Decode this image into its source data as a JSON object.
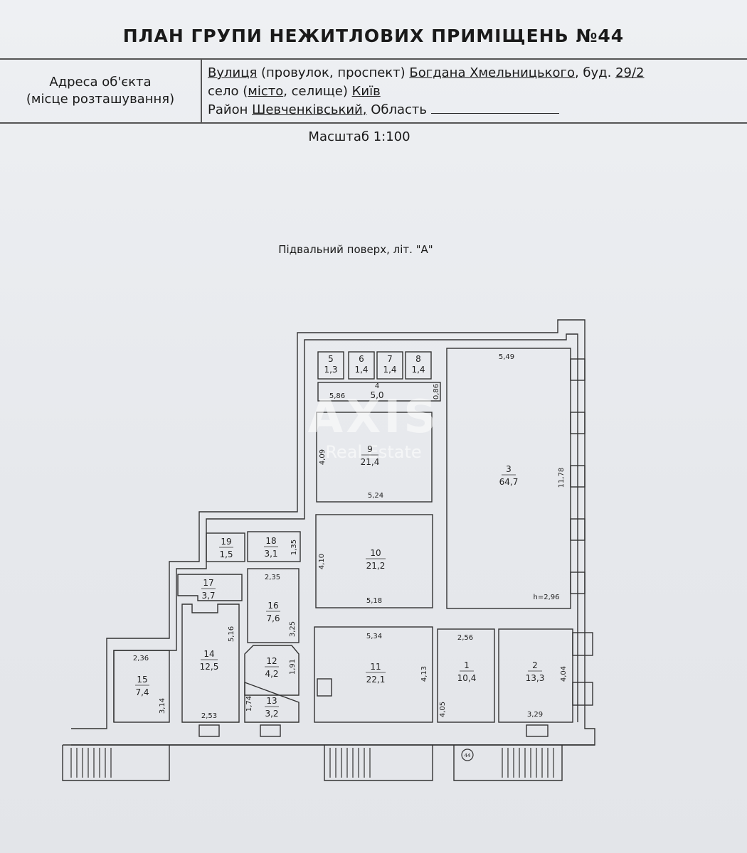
{
  "header": {
    "title": "ПЛАН ГРУПИ НЕЖИТЛОВИХ ПРИМІЩЕНЬ №44",
    "address_label_1": "Адреса об'єкта",
    "address_label_2": "(місце розташування)",
    "line1": {
      "street_word": "Вулиця",
      "street_rest": " (провулок, проспект) ",
      "street_name": "Богдана Хмельницького",
      "bud_label": ",  буд. ",
      "bud_value": "29/2"
    },
    "line2": {
      "prefix": "село (",
      "city_word": "місто",
      "suffix": ", селище) ",
      "city_name": "Київ"
    },
    "line3": {
      "district_label": "Район ",
      "district_name": "Шевченківський,",
      "region_label": " Область "
    }
  },
  "scale_text": "Масштаб 1:100",
  "floor_label": "Підвальний поверх, літ. \"А\"",
  "watermark": {
    "brand": "AXIS",
    "sub": "Real Estate"
  },
  "rooms": [
    {
      "id": "room-1",
      "number": "1",
      "area": "10,4"
    },
    {
      "id": "room-2",
      "number": "2",
      "area": "13,3"
    },
    {
      "id": "room-3",
      "number": "3",
      "area": "64,7"
    },
    {
      "id": "room-4",
      "number": "4",
      "area": "5,0"
    },
    {
      "id": "room-5",
      "number": "5",
      "area": "1,3"
    },
    {
      "id": "room-6",
      "number": "6",
      "area": "1,4"
    },
    {
      "id": "room-7",
      "number": "7",
      "area": "1,4"
    },
    {
      "id": "room-8",
      "number": "8",
      "area": "1,4"
    },
    {
      "id": "room-9",
      "number": "9",
      "area": "21,4"
    },
    {
      "id": "room-10",
      "number": "10",
      "area": "21,2"
    },
    {
      "id": "room-11",
      "number": "11",
      "area": "22,1"
    },
    {
      "id": "room-12",
      "number": "12",
      "area": "4,2"
    },
    {
      "id": "room-13",
      "number": "13",
      "area": "3,2"
    },
    {
      "id": "room-14",
      "number": "14",
      "area": "12,5"
    },
    {
      "id": "room-15",
      "number": "15",
      "area": "7,4"
    },
    {
      "id": "room-16",
      "number": "16",
      "area": "7,6"
    },
    {
      "id": "room-17",
      "number": "17",
      "area": "3,7"
    },
    {
      "id": "room-18",
      "number": "18",
      "area": "3,1"
    },
    {
      "id": "room-19",
      "number": "19",
      "area": "1,5"
    }
  ],
  "dimensions": {
    "d_5_49": "5,49",
    "d_11_78": "11,78",
    "d_h": "h=2,96",
    "d_5_86": "5,86",
    "d_0_86": "0,86",
    "d_4_09": "4,09",
    "d_5_24": "5,24",
    "d_4_10": "4,10",
    "d_5_18": "5,18",
    "d_5_34": "5,34",
    "d_4_13": "4,13",
    "d_2_56": "2,56",
    "d_4_05": "4,05",
    "d_4_04": "4,04",
    "d_3_29": "3,29",
    "d_1_35": "1,35",
    "d_2_35": "2,35",
    "d_3_25": "3,25",
    "d_5_16": "5,16",
    "d_2_53": "2,53",
    "d_2_36": "2,36",
    "d_3_14": "3,14",
    "d_1_91": "1,91",
    "d_1_74": "1,74"
  },
  "entrance_marker": "44"
}
